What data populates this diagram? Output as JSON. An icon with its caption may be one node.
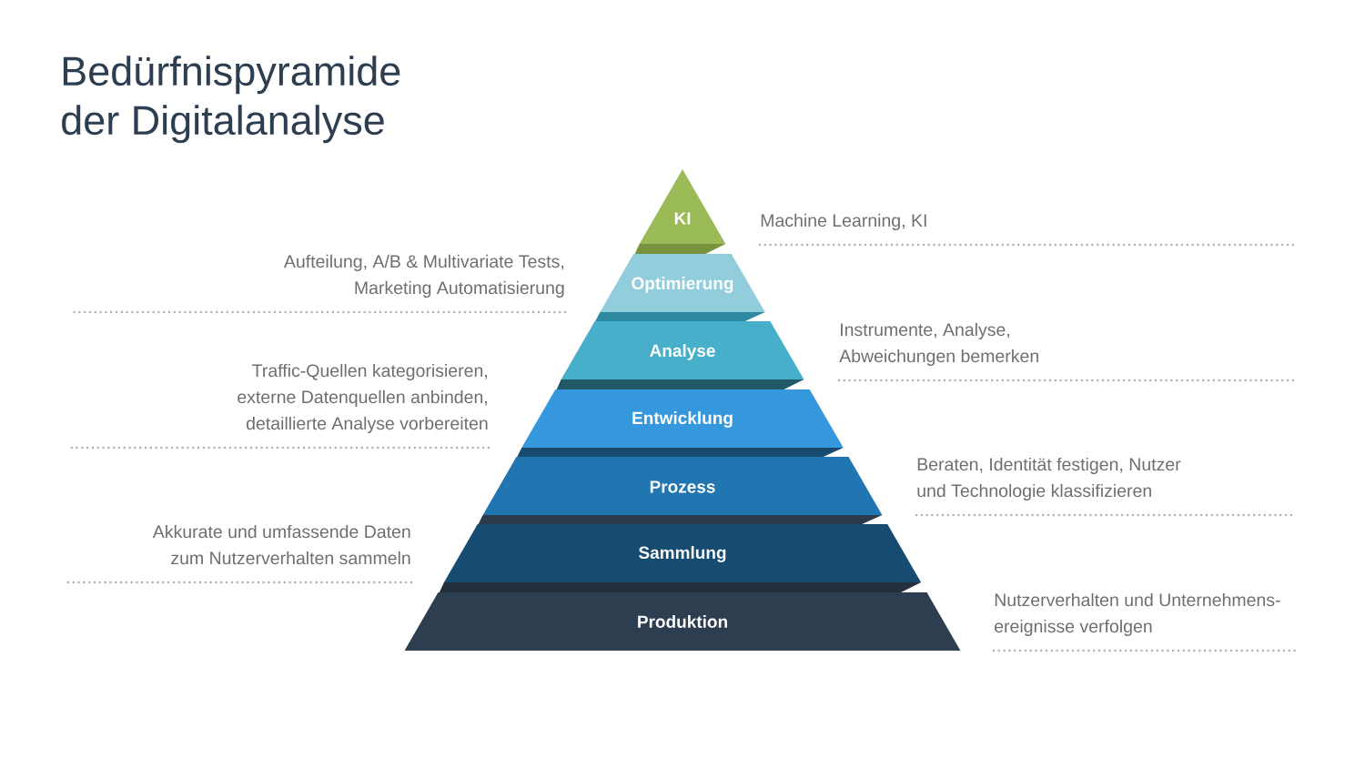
{
  "diagram": {
    "title": "Bedürfnispyramide der Digitalanalyse",
    "nodes": [
      {
        "text": [
          "KI"
        ],
        "beside": [
          "Machine Learning, KI"
        ]
      },
      {
        "text": [
          "Optimierung"
        ],
        "beside": [
          "Aufteilung, A/B & Multivariate Tests, Marketing Automatisierung"
        ]
      },
      {
        "text": [
          "Analyse"
        ],
        "beside": [
          "Instrumente, Analyse, Abweichungen bemerken"
        ]
      },
      {
        "text": [
          "Entwicklung"
        ],
        "beside": [
          "Traffic-Quellen kategorisieren, externe Datenquellen anbinden, detaillierte Analyse vorbereiten"
        ]
      },
      {
        "text": [
          "Prozess"
        ],
        "beside": [
          "Beraten, Identität festigen, Nutzer und Technologie klassifizieren"
        ]
      },
      {
        "text": [
          "Sammlung"
        ],
        "beside": [
          "Akkurate und umfassende Daten zum Nutzerverhalten sammeln"
        ]
      },
      {
        "text": [
          "Produktion"
        ],
        "beside": [
          "Nutzerverhalten und Unternehmens- ereignisse verfolgen"
        ]
      }
    ]
  }
}
